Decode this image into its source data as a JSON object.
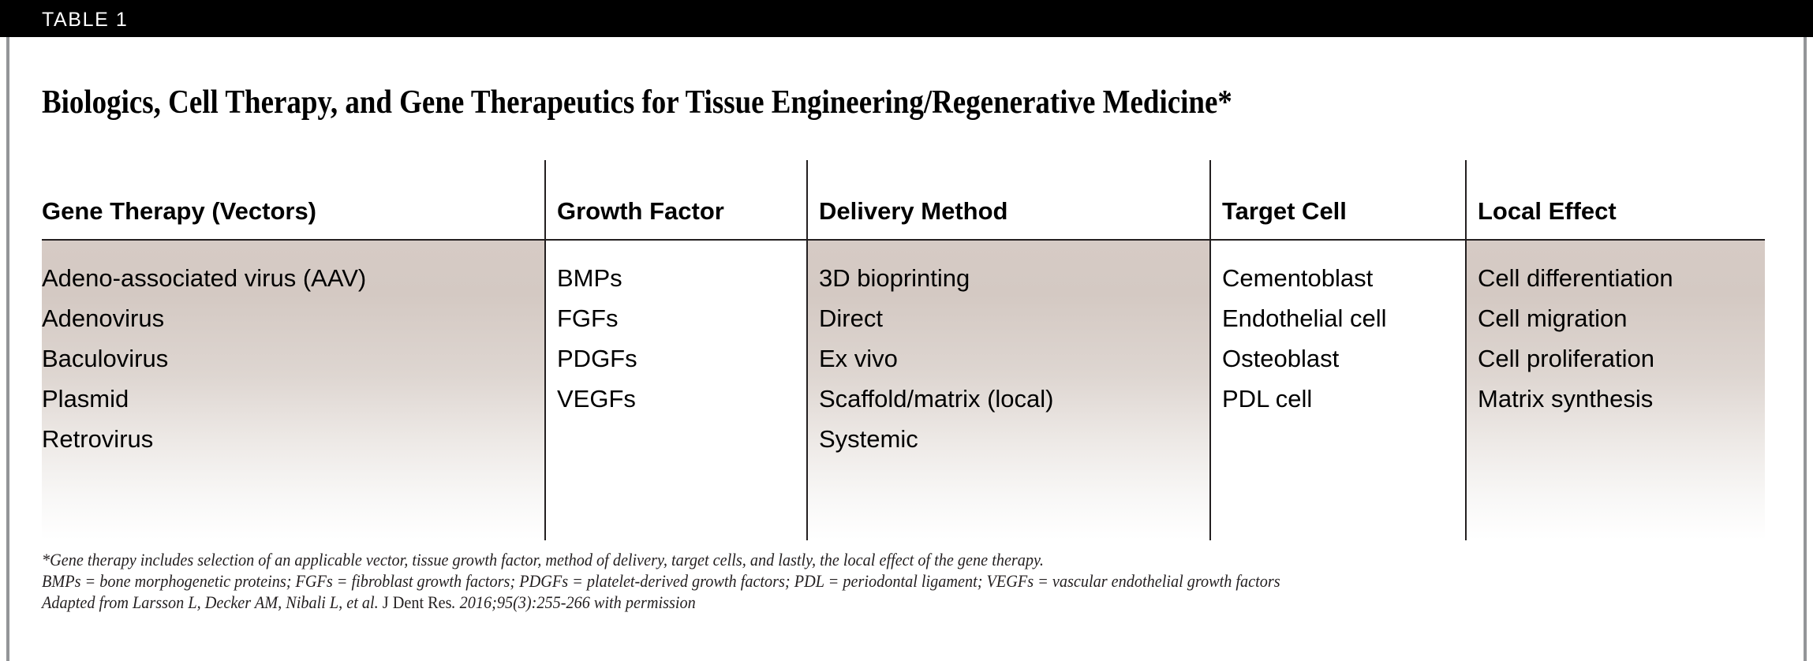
{
  "eyebrow": {
    "label": "TABLE 1"
  },
  "title": "Biologics, Cell Therapy, and Gene Therapeutics for Tissue Engineering/Regenerative Medicine*",
  "colors": {
    "eyebrow_bar": "#000000",
    "eyebrow_text": "#ffffff",
    "frame_rule": "#939598",
    "tint_top": "#d6cbc5",
    "tint_bottom": "#ffffff",
    "rule": "#231f20",
    "text": "#000000"
  },
  "table": {
    "columns": [
      {
        "header": "Gene Therapy (Vectors)",
        "tinted": true,
        "cells": [
          "Adeno-associated virus (AAV)",
          "Adenovirus",
          "Baculovirus",
          "Plasmid",
          "Retrovirus"
        ]
      },
      {
        "header": "Growth Factor",
        "tinted": false,
        "cells": [
          "BMPs",
          "FGFs",
          "PDGFs",
          "VEGFs"
        ]
      },
      {
        "header": "Delivery Method",
        "tinted": true,
        "cells": [
          "3D bioprinting",
          "Direct",
          "Ex vivo",
          "Scaffold/matrix (local)",
          "Systemic"
        ]
      },
      {
        "header": "Target Cell",
        "tinted": false,
        "cells": [
          "Cementoblast",
          "Endothelial cell",
          "Osteoblast",
          "PDL cell"
        ]
      },
      {
        "header": "Local Effect",
        "tinted": true,
        "cells": [
          "Cell differentiation",
          "Cell migration",
          "Cell proliferation",
          "Matrix synthesis"
        ]
      }
    ]
  },
  "footnotes": {
    "asterisk": "*Gene therapy includes selection of an applicable vector, tissue growth factor, method of delivery, target cells, and lastly, the local effect of the gene therapy.",
    "abbreviations": "BMPs = bone morphogenetic proteins; FGFs = fibroblast growth factors; PDGFs = platelet-derived growth factors; PDL = periodontal ligament; VEGFs = vascular endothelial growth factors",
    "source_prefix": "Adapted from Larsson L, Decker AM, Nibali L, et al. ",
    "source_journal": "J Dent Res",
    "source_suffix": ". 2016;95(3):255-266 with permission"
  }
}
